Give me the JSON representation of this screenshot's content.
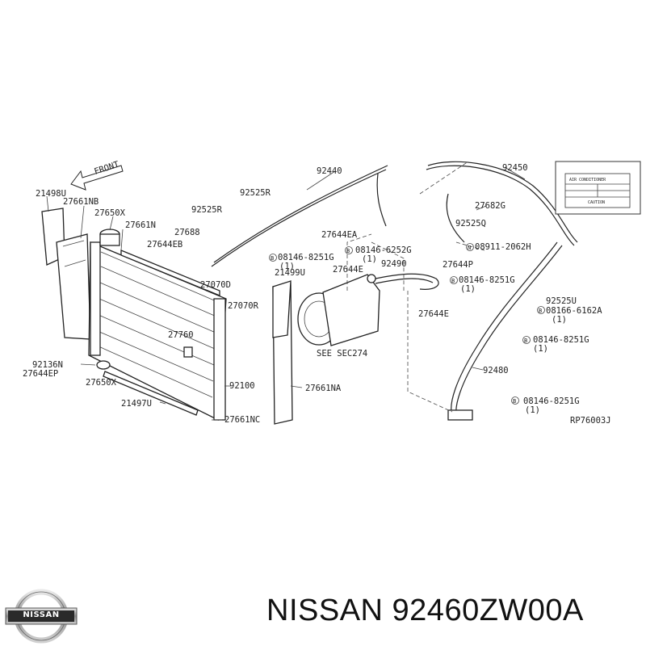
{
  "brand": "NISSAN",
  "caption": "NISSAN 92460ZW00A",
  "diagram_code": "RP76003J",
  "front_label": "FRONT",
  "see_sec": "SEE SEC274",
  "callouts": [
    "21498U",
    "27661NB",
    "27650X",
    "27661N",
    "27688",
    "92525R",
    "92525R",
    "27644EB",
    "92440",
    "27644EA",
    "08146-6252G",
    "(1)",
    "08146-8251G",
    "(1)",
    "21499U",
    "27070D",
    "27070R",
    "27644E",
    "92490",
    "27644E",
    "92450",
    "27682G",
    "92525Q",
    "08911-2062H",
    "27644P",
    "08146-8251G",
    "(1)",
    "92525U",
    "08166-6162A",
    "(1)",
    "08146-8251G",
    "(1)",
    "92480",
    "08146-8251G",
    "(1)",
    "27760",
    "92100",
    "27661NA",
    "92136N",
    "27644EP",
    "27650X",
    "21497U",
    "27661NC"
  ],
  "label_card": {
    "title": "AIR CONDITIONER",
    "caution": "CAUTION"
  }
}
